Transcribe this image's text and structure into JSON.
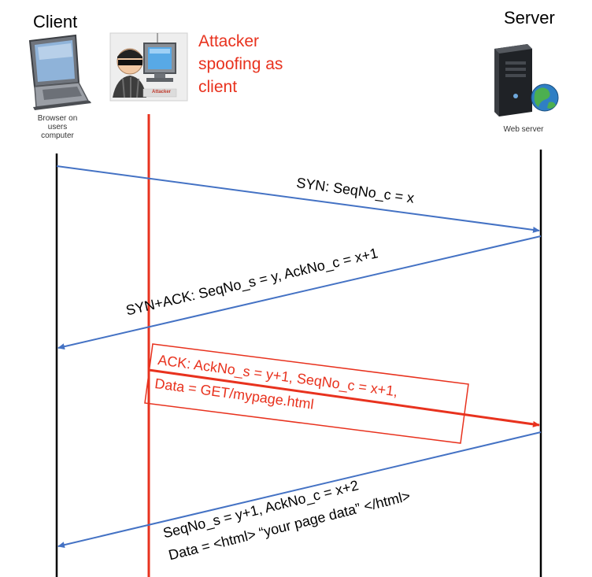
{
  "actors": {
    "client": {
      "title": "Client",
      "device_caption": "Browser on\nusers\ncomputer"
    },
    "attacker": {
      "title": "Attacker\nspoofing as\nclient",
      "badge": "Attacker"
    },
    "server": {
      "title": "Server",
      "device_caption": "Web server"
    }
  },
  "messages": {
    "syn": "SYN: SeqNo_c = x",
    "synack": "SYN+ACK: SeqNo_s = y, AckNo_c = x+1",
    "ack_line1": "ACK: AckNo_s = y+1, SeqNo_c = x+1,",
    "ack_line2": "Data = GET/mypage.html",
    "resp_line1": "SeqNo_s = y+1, AckNo_c = x+2",
    "resp_line2": "Data = <html> “your page data” </html>"
  },
  "colors": {
    "blue": "#4472c4",
    "red": "#e8321e",
    "black": "#000000"
  }
}
